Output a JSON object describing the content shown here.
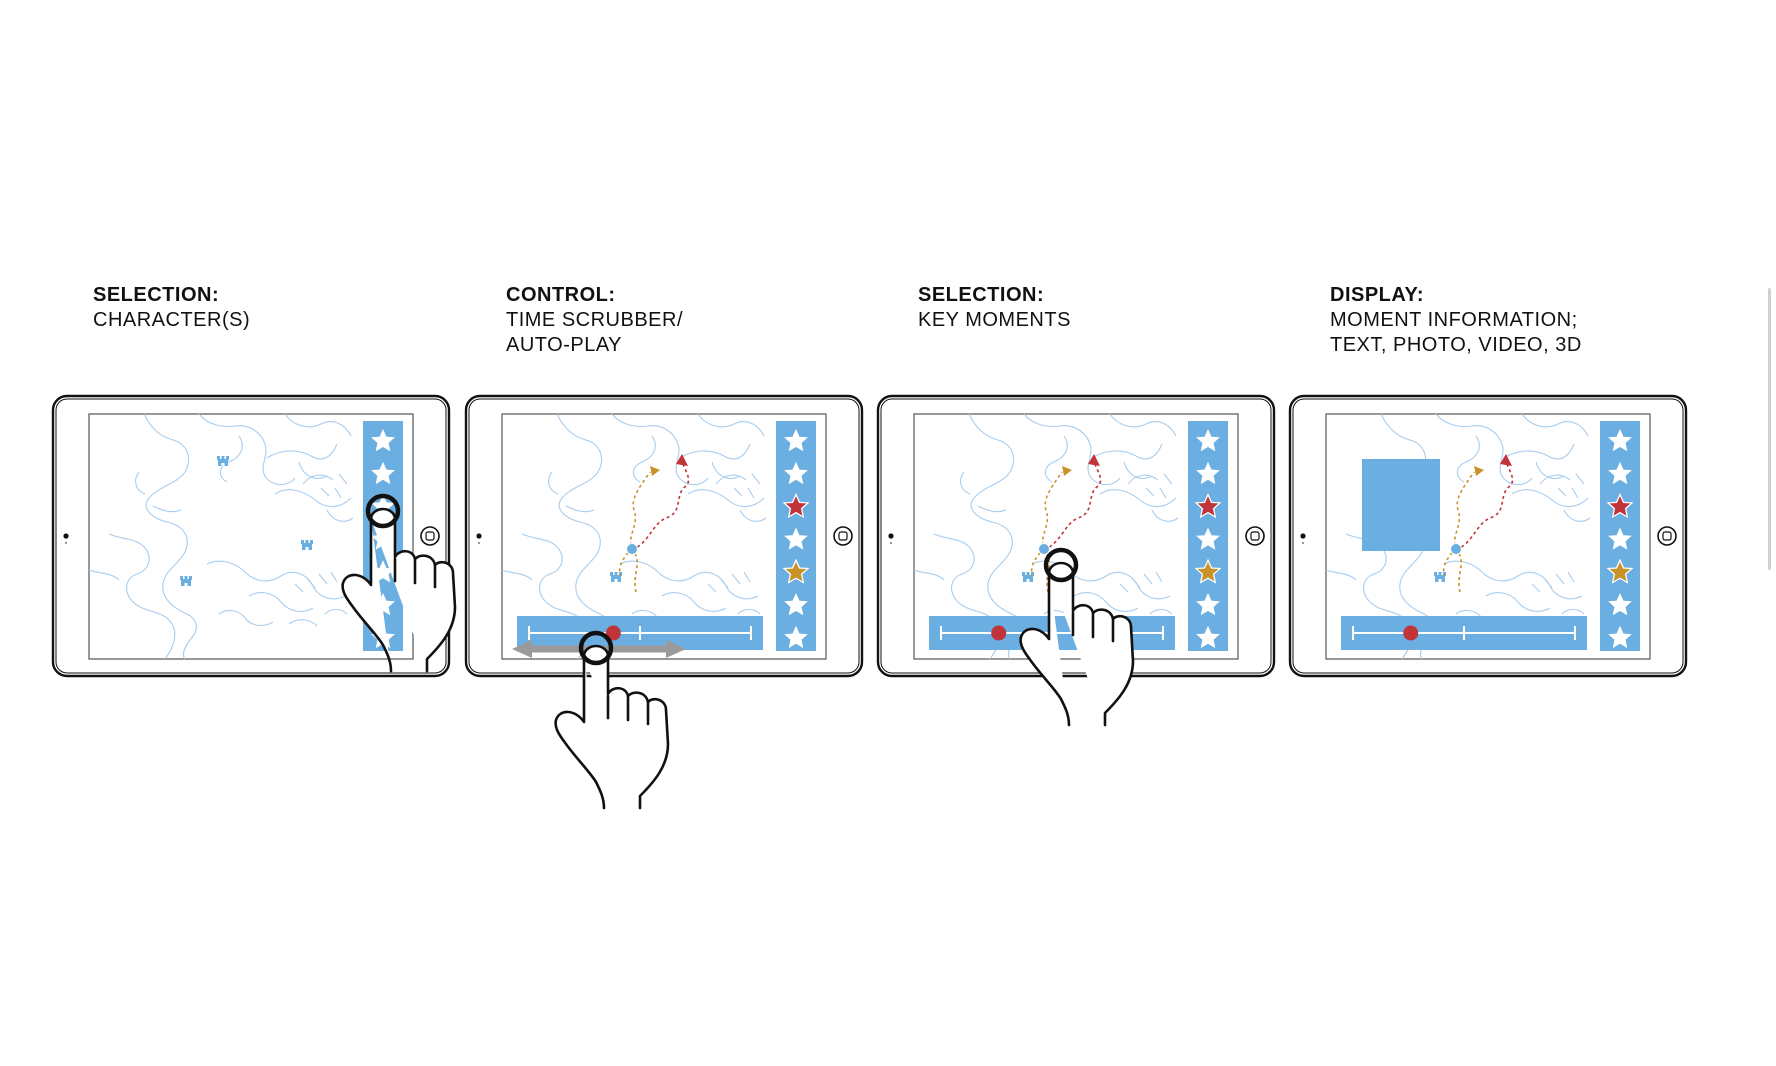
{
  "panels": [
    {
      "heading": "SELECTION:",
      "lines": [
        "CHARACTER(S)",
        ""
      ]
    },
    {
      "heading": "CONTROL:",
      "lines": [
        "TIME SCRUBBER/",
        "AUTO-PLAY"
      ]
    },
    {
      "heading": "SELECTION:",
      "lines": [
        "KEY MOMENTS",
        ""
      ]
    },
    {
      "heading": "DISPLAY:",
      "lines": [
        "MOMENT INFORMATION;",
        "TEXT, PHOTO, VIDEO, 3D"
      ]
    }
  ],
  "colors": {
    "sidebar_blue": "#6aaee2",
    "map_line": "#a8cdee",
    "star_white": "#ffffff",
    "star_red": "#c0343a",
    "star_gold": "#c9932a",
    "scrubber_knob": "#c0343a",
    "path_gold": "#c9932a",
    "path_red": "#c0343a",
    "arrow_gray": "#9a9a9a"
  },
  "icons": {
    "hand": "pointing-hand-icon",
    "star": "star-icon",
    "castle": "castle-icon",
    "home": "home-button-icon",
    "camera": "camera-icon"
  },
  "progress": {
    "scrubber_panel2": 0.38,
    "scrubber_panel3": 0.26,
    "scrubber_panel4": 0.26
  }
}
